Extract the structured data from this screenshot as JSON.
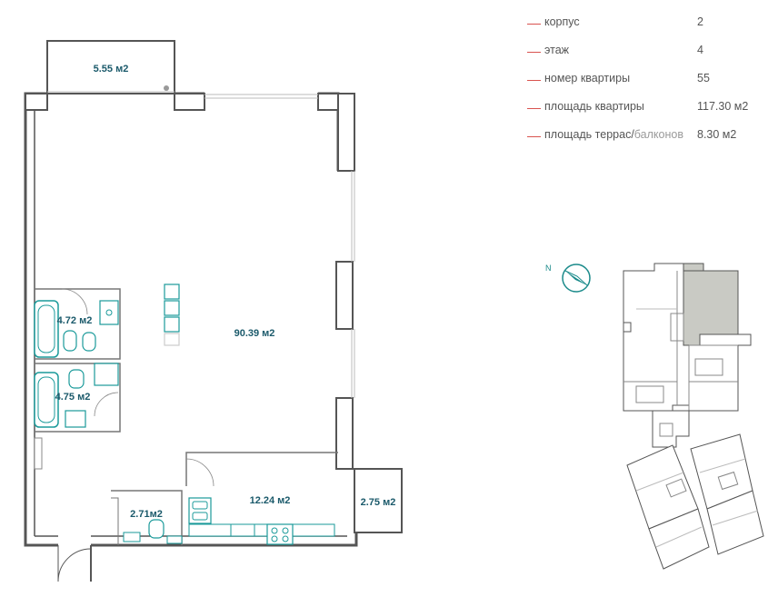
{
  "info": {
    "rows": [
      {
        "label": "корпус",
        "value": "2"
      },
      {
        "label": "этаж",
        "value": "4"
      },
      {
        "label": "номер квартиры",
        "value": "55"
      },
      {
        "label": "площадь квартиры",
        "value": "117.30 м2"
      },
      {
        "label_main": "площадь террас/",
        "label_muted": "балконов",
        "value": "8.30 м2"
      }
    ]
  },
  "rooms": {
    "balcony_top": "5.55 м2",
    "main_room": "90.39 м2",
    "bath1": "4.72 м2",
    "bath2": "4.75 м2",
    "kitchen": "12.24 м2",
    "balcony_right": "2.75 м2",
    "wc": "2.71м2"
  },
  "compass": {
    "north_label": "N"
  },
  "colors": {
    "wall": "#555555",
    "fixture_teal": "#1a9a9a",
    "accent_red": "#d9534f",
    "label_blue": "#1b5a6b",
    "highlight": "#c9cac4"
  }
}
